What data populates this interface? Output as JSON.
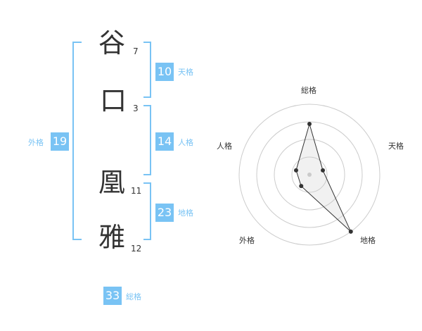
{
  "name": {
    "chars": [
      {
        "char": "谷",
        "strokes": "7"
      },
      {
        "char": "口",
        "strokes": "3"
      },
      {
        "char": "凰",
        "strokes": "11"
      },
      {
        "char": "雅",
        "strokes": "12"
      }
    ]
  },
  "scores": {
    "tenkaku": {
      "label": "天格",
      "value": "10"
    },
    "jinkaku": {
      "label": "人格",
      "value": "14"
    },
    "chikaku": {
      "label": "地格",
      "value": "23"
    },
    "gaikaku": {
      "label": "外格",
      "value": "19"
    },
    "soukaku": {
      "label": "総格",
      "value": "33"
    }
  },
  "colors": {
    "accent": "#79c3f4",
    "text": "#333333",
    "grid": "#cccccc"
  },
  "chart_data": {
    "type": "radar",
    "axes": [
      "総格",
      "天格",
      "地格",
      "外格",
      "人格"
    ],
    "values": [
      33,
      10,
      23,
      19,
      14
    ],
    "relative_radius": [
      0.72,
      0.2,
      1.0,
      0.2,
      0.2
    ],
    "rings": 4
  }
}
